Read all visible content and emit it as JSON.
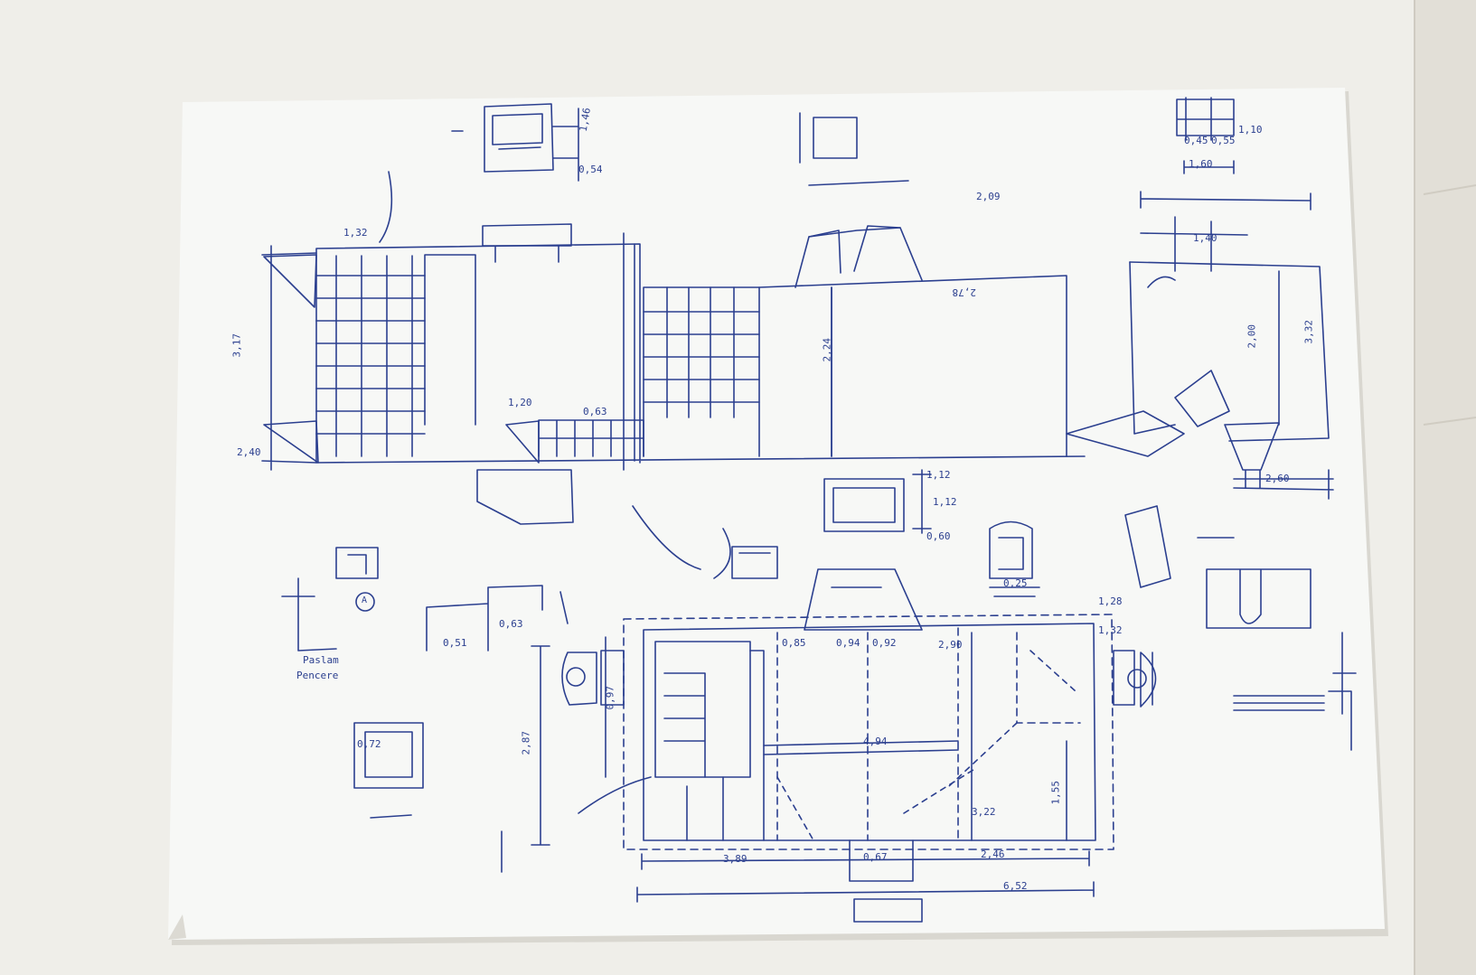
{
  "photo": {
    "colors": {
      "table": "#efeee9",
      "sheet": "#f7f8f6",
      "ink": "#2b3f8f",
      "wall": "#e2dfd7"
    }
  },
  "sketch": {
    "labels": {
      "l01": "1,32",
      "l02": "1,46",
      "l03": "0,54",
      "l04": "3,17",
      "l05": "2,40",
      "l06": "1,20",
      "l07": "0,63",
      "l08": "2,24",
      "l09": "2,78",
      "l10": "1,12",
      "l11": "1,12",
      "l12": "0,60",
      "l13": "3,22",
      "l14": "3,89",
      "l15": "2,46",
      "l16": "6,52",
      "l17": "0,67",
      "l18": "2,90",
      "l19": "4,94",
      "l20": "0,94",
      "l21": "0,85",
      "l22": "0,92",
      "l23": "2,87",
      "l24": "1,55",
      "l25": "0,97",
      "l26": "0,51",
      "l27": "0,63",
      "l28": "0,72",
      "l29": "1,28",
      "l30": "1,32",
      "l31": "0,45",
      "l32": "0,55",
      "l33": "1,60",
      "l34": "1,10",
      "l35": "1,40",
      "l36": "2,00",
      "l37": "3,32",
      "l38": "2,60",
      "l39": "2,09",
      "l40": "0,25",
      "l41": "Paslam",
      "l42": "Pencere",
      "l43": "A"
    }
  }
}
